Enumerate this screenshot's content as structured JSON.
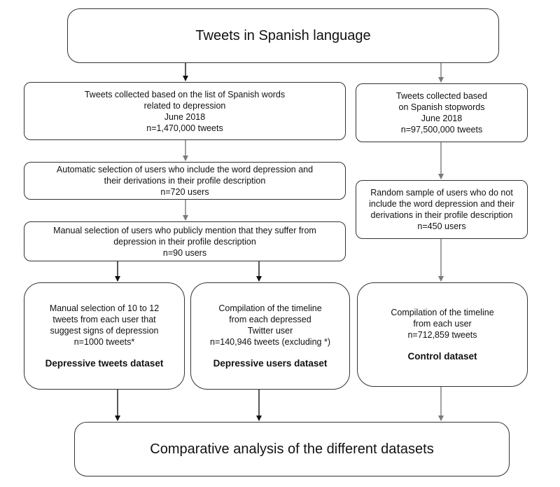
{
  "title": "Tweets in Spanish language",
  "left_column": {
    "collection": {
      "lines": [
        "Tweets collected based on the list  of Spanish words",
        "related to depression",
        "June 2018",
        "n=1,470,000 tweets"
      ]
    },
    "automatic_selection": {
      "lines": [
        "Automatic selection of users who include the word depression and",
        "their derivations in their profile description",
        "n=720 users"
      ]
    },
    "manual_selection": {
      "lines": [
        "Manual selection of users who publicly mention that they suffer from",
        "depression in their profile description",
        "n=90 users"
      ]
    },
    "tweets_dataset": {
      "lines": [
        "Manual selection of 10 to 12",
        "tweets from each user that",
        "suggest signs of depression",
        "n=1000 tweets*"
      ],
      "name": "Depressive tweets dataset"
    },
    "users_dataset": {
      "lines": [
        "Compilation of the timeline",
        "from each depressed",
        "Twitter user",
        "n=140,946 tweets (excluding *)"
      ],
      "name": "Depressive users dataset"
    }
  },
  "right_column": {
    "collection": {
      "lines": [
        "Tweets collected based",
        "on Spanish stopwords",
        "June 2018",
        "n=97,500,000 tweets"
      ]
    },
    "random_sample": {
      "lines": [
        "Random sample of users who do not",
        "include the word depression and their",
        "derivations in their profile description",
        "n=450 users"
      ]
    },
    "control_dataset": {
      "lines": [
        "Compilation of the timeline",
        "from each user",
        "n=712,859 tweets"
      ],
      "name": "Control dataset"
    }
  },
  "final": "Comparative analysis of the different datasets",
  "colors": {
    "arrow_black": "#111111",
    "arrow_gray": "#7a7a7a",
    "border": "#333333"
  }
}
